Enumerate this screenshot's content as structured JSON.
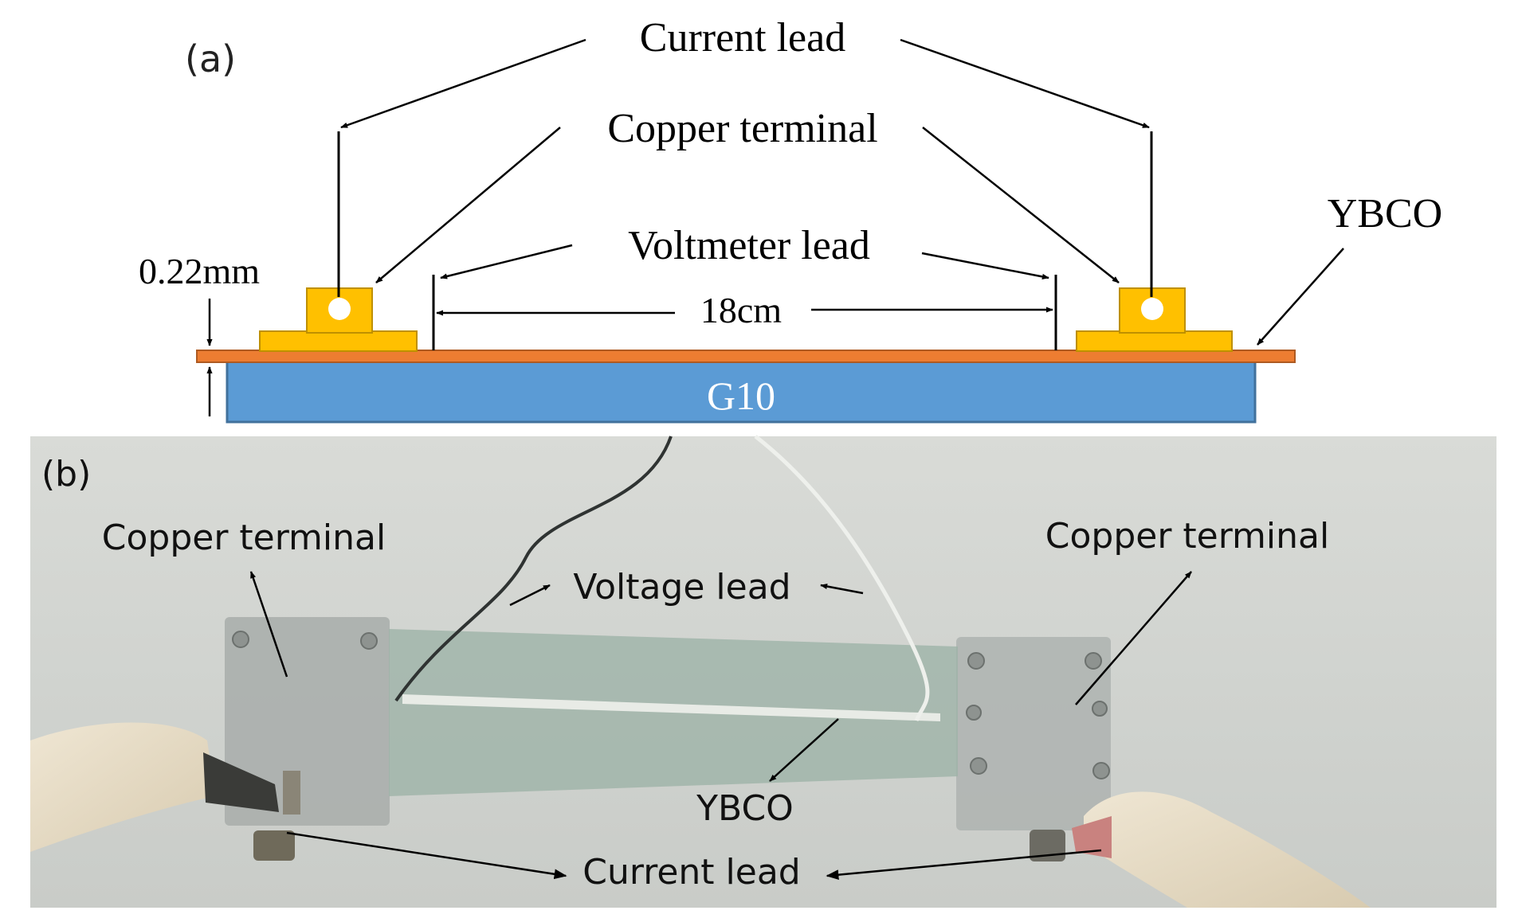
{
  "panel_a": {
    "label": "(a)",
    "labels": {
      "current_lead": "Current lead",
      "copper_terminal": "Copper terminal",
      "voltmeter_lead": "Voltmeter lead",
      "ybco": "YBCO",
      "thickness": "0.22mm",
      "length": "18cm",
      "g10": "G10"
    }
  },
  "panel_b": {
    "label": "(b)",
    "labels": {
      "copper_terminal_left": "Copper terminal",
      "copper_terminal_right": "Copper terminal",
      "voltage_lead": "Voltage lead",
      "ybco": "YBCO",
      "current_lead": "Current lead"
    }
  },
  "colors": {
    "g10_fill": "#5b9bd5",
    "ybco_strip": "#ed7d31",
    "copper_terminal": "#ffc000",
    "photo_background": "#d8dad6",
    "arrow": "#000000"
  }
}
